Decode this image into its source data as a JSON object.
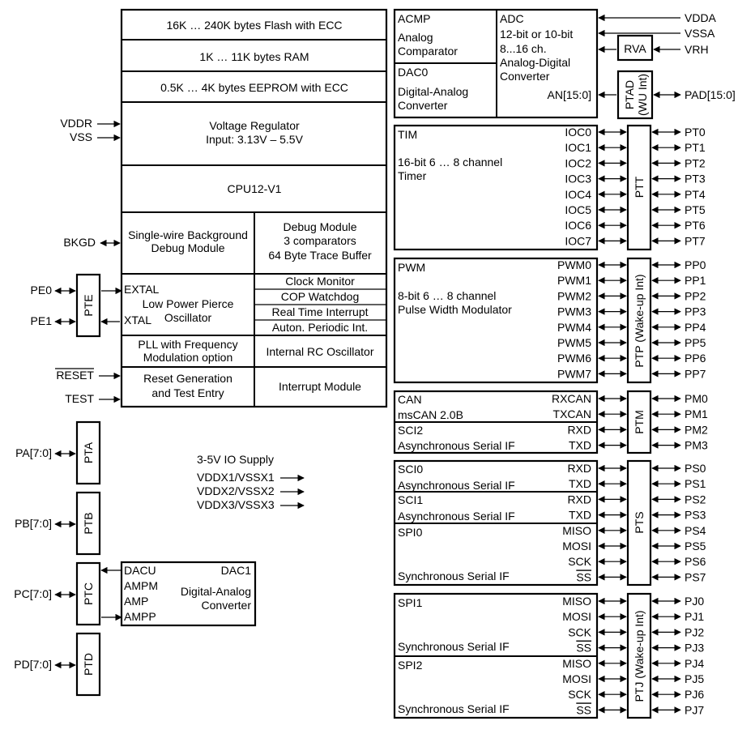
{
  "memory": {
    "flash": "16K … 240K bytes Flash with ECC",
    "ram": "1K … 11K bytes RAM",
    "eeprom": "0.5K … 4K bytes EEPROM with ECC"
  },
  "vreg": {
    "line1": "Voltage Regulator",
    "line2": "Input: 3.13V – 5.5V",
    "pin_vddr": "VDDR",
    "pin_vss": "VSS"
  },
  "cpu": "CPU12-V1",
  "bdm": {
    "line1": "Single-wire Background",
    "line2": "Debug Module",
    "pin": "BKGD"
  },
  "dbg": {
    "line1": "Debug Module",
    "line2": "3 comparators",
    "line3": "64 Byte Trace Buffer"
  },
  "osc": {
    "extal": "EXTAL",
    "xtal": "XTAL",
    "line1": "Low Power Pierce",
    "line2": "Oscillator"
  },
  "clock_items": [
    "Clock Monitor",
    "COP Watchdog",
    "Real Time Interrupt",
    "Auton. Periodic Int."
  ],
  "pll": {
    "line1": "PLL with Frequency",
    "line2": "Modulation option"
  },
  "irc": "Internal RC Oscillator",
  "reset": {
    "line1": "Reset Generation",
    "line2": "and Test Entry",
    "pin_reset": "RESET",
    "pin_test": "TEST"
  },
  "interrupt": "Interrupt Module",
  "pte": {
    "label": "PTE",
    "pins": [
      "PE0",
      "PE1"
    ]
  },
  "pta": {
    "label": "PTA",
    "pin": "PA[7:0]"
  },
  "ptb": {
    "label": "PTB",
    "pin": "PB[7:0]"
  },
  "ptc": {
    "label": "PTC",
    "pin": "PC[7:0]"
  },
  "ptd": {
    "label": "PTD",
    "pin": "PD[7:0]"
  },
  "supply": {
    "title": "3-5V IO Supply",
    "lines": [
      "VDDX1/VSSX1",
      "VDDX2/VSSX2",
      "VDDX3/VSSX3"
    ]
  },
  "dac1": {
    "title": "DAC1",
    "line1": "Digital-Analog",
    "line2": "Converter",
    "signals": [
      "DACU",
      "AMPM",
      "AMP",
      "AMPP"
    ]
  },
  "acmp": {
    "title": "ACMP",
    "line1": "Analog",
    "line2": "Comparator"
  },
  "dac0": {
    "title": "DAC0",
    "line1": "Digital-Analog",
    "line2": "Converter"
  },
  "adc": {
    "title": "ADC",
    "line1": "12-bit or 10-bit",
    "line2": "8...16 ch.",
    "line3": "Analog-Digital",
    "line4": "Converter",
    "port": "AN[15:0]",
    "pins": [
      "VDDA",
      "VSSA",
      "VRH"
    ]
  },
  "rvd": "RVA",
  "ptad": {
    "label1": "PTAD",
    "label2": "(WU Int)",
    "pin": "PAD[15:0]"
  },
  "tim": {
    "title": "TIM",
    "line1": "16-bit 6 … 8 channel",
    "line2": "Timer",
    "signals": [
      "IOC0",
      "IOC1",
      "IOC2",
      "IOC3",
      "IOC4",
      "IOC5",
      "IOC6",
      "IOC7"
    ]
  },
  "ptt": {
    "label": "PTT",
    "pins": [
      "PT0",
      "PT1",
      "PT2",
      "PT3",
      "PT4",
      "PT5",
      "PT6",
      "PT7"
    ]
  },
  "pwm": {
    "title": "PWM",
    "line1": "8-bit 6 … 8 channel",
    "line2": "Pulse Width Modulator",
    "signals": [
      "PWM0",
      "PWM1",
      "PWM2",
      "PWM3",
      "PWM4",
      "PWM5",
      "PWM6",
      "PWM7"
    ]
  },
  "ptp": {
    "label": "PTP (Wake-up Int)",
    "pins": [
      "PP0",
      "PP1",
      "PP2",
      "PP3",
      "PP4",
      "PP5",
      "PP6",
      "PP7"
    ]
  },
  "can": {
    "title": "CAN",
    "line1": "msCAN 2.0B",
    "signals": [
      "RXCAN",
      "TXCAN"
    ]
  },
  "sci2": {
    "title": "SCI2",
    "line1": "Asynchronous Serial IF",
    "signals": [
      "RXD",
      "TXD"
    ]
  },
  "ptm": {
    "label": "PTM",
    "pins": [
      "PM0",
      "PM1",
      "PM2",
      "PM3"
    ]
  },
  "sci0": {
    "title": "SCI0",
    "line1": "Asynchronous Serial IF",
    "signals": [
      "RXD",
      "TXD"
    ]
  },
  "sci1": {
    "title": "SCI1",
    "line1": "Asynchronous Serial IF",
    "signals": [
      "RXD",
      "TXD"
    ]
  },
  "spi0": {
    "title": "SPI0",
    "line1": "Synchronous Serial IF",
    "signals": [
      "MISO",
      "MOSI",
      "SCK",
      "SS"
    ]
  },
  "pts": {
    "label": "PTS",
    "pins": [
      "PS0",
      "PS1",
      "PS2",
      "PS3",
      "PS4",
      "PS5",
      "PS6",
      "PS7"
    ]
  },
  "spi1": {
    "title": "SPI1",
    "line1": "Synchronous Serial IF",
    "signals": [
      "MISO",
      "MOSI",
      "SCK",
      "SS"
    ]
  },
  "spi2": {
    "title": "SPI2",
    "line1": "Synchronous Serial IF",
    "signals": [
      "MISO",
      "MOSI",
      "SCK",
      "SS"
    ]
  },
  "ptj": {
    "label": "PTJ (Wake-up Int)",
    "pins": [
      "PJ0",
      "PJ1",
      "PJ2",
      "PJ3",
      "PJ4",
      "PJ5",
      "PJ6",
      "PJ7"
    ]
  }
}
